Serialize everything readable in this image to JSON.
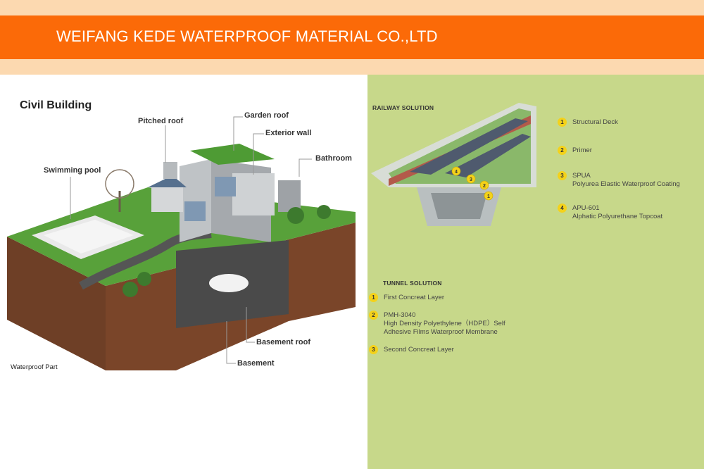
{
  "header": {
    "company_name": "WEIFANG KEDE WATERPROOF MATERIAL CO.,LTD"
  },
  "civil": {
    "title": "Civil Building",
    "labels": {
      "pitched_roof": "Pitched roof",
      "garden_roof": "Garden roof",
      "exterior_wall": "Exterior wall",
      "bathroom": "Bathroom",
      "swimming_pool": "Swimming pool",
      "basement_roof": "Basement roof",
      "basement": "Basement"
    },
    "footer": "Waterproof Part"
  },
  "railway": {
    "title": "RAILWAY SOLUTION",
    "items": [
      {
        "num": "1",
        "line1": "Structural Deck",
        "line2": ""
      },
      {
        "num": "2",
        "line1": "Primer",
        "line2": ""
      },
      {
        "num": "3",
        "line1": "SPUA",
        "line2": "Polyurea Elastic Waterproof Coating"
      },
      {
        "num": "4",
        "line1": "APU-601",
        "line2": "Alphatic Polyurethane Topcoat"
      }
    ]
  },
  "tunnel": {
    "title": "TUNNEL SOLUTION",
    "items": [
      {
        "num": "1",
        "line1": "First Concreat Layer",
        "line2": "",
        "line3": ""
      },
      {
        "num": "2",
        "line1": "PMH-3040",
        "line2": "High Density Polyethylene（HDPE）Self",
        "line3": "Adhesive Films Waterproof Membrane"
      },
      {
        "num": "3",
        "line1": "Second Concreat Layer",
        "line2": "",
        "line3": ""
      }
    ]
  },
  "colors": {
    "header_orange": "#fb6a08",
    "band_peach": "#fcd9b0",
    "panel_green": "#c7d88a",
    "badge_yellow": "#f4d21a"
  }
}
